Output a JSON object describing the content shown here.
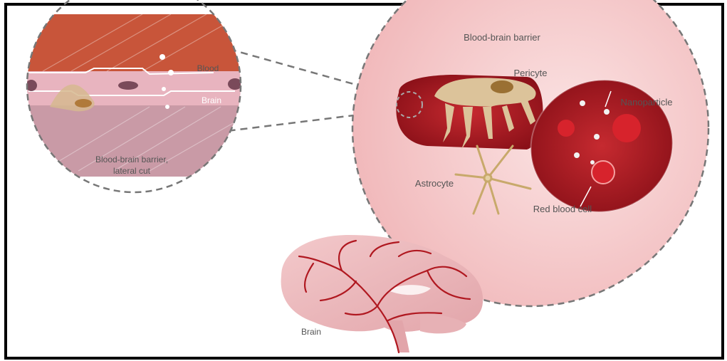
{
  "labels": {
    "title_bbb": "Blood-brain barrier",
    "pericyte": "Pericyte",
    "nanoparticle": "Nanoparticle",
    "astrocyte": "Astrocyte",
    "red_blood_cell": "Red blood cell",
    "blood": "Blood",
    "brain_inset": "Brain",
    "lateral_cut_line1": "Blood-brain barrier,",
    "lateral_cut_line2": "lateral cut",
    "brain": "Brain"
  },
  "colors": {
    "frame": "#000000",
    "blood_layer": "#c8553a",
    "barrier_layer": "#e8b4bf",
    "brain_layer": "#c99aa6",
    "vessel": "#b01820",
    "vessel_dark": "#8e0f1c",
    "pericyte": "#dcc39a",
    "astrocyte": "#c8a96b",
    "brain_tissue": "#eab7ba",
    "bubble": "#f6d0d0",
    "dashes": "#777777"
  }
}
